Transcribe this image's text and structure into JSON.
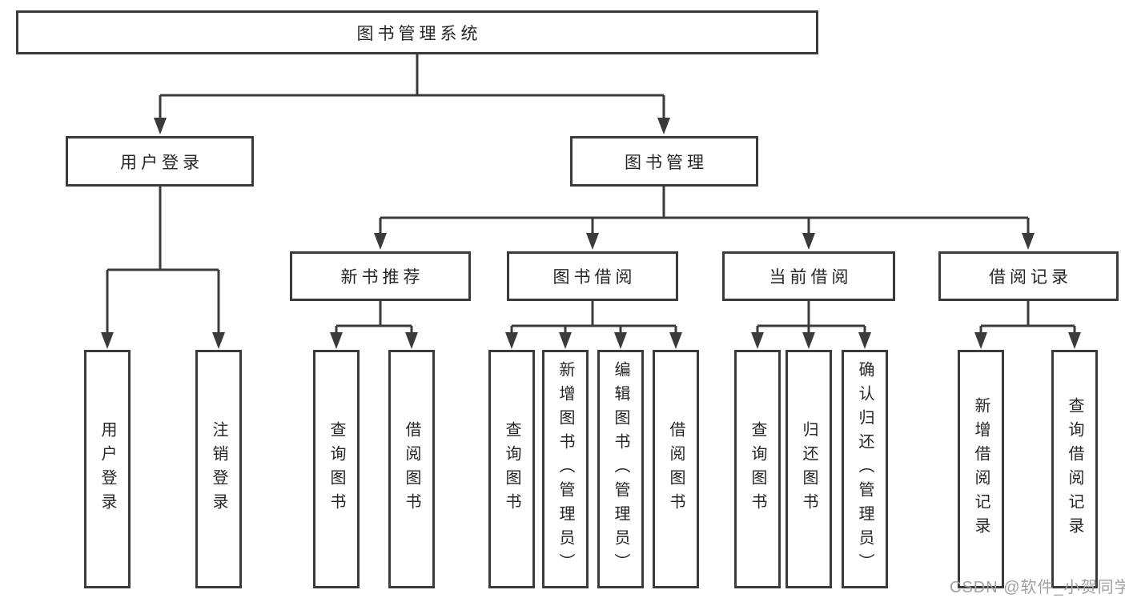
{
  "diagram": {
    "title": "图书管理系统",
    "root": {
      "label": "图书管理系统"
    },
    "user_login": {
      "label": "用户登录",
      "leaves": [
        {
          "label": "用户登录"
        },
        {
          "label": "注销登录"
        }
      ]
    },
    "book_mgmt": {
      "label": "图书管理",
      "sections": [
        {
          "label": "新书推荐",
          "leaves": [
            {
              "label": "查询图书"
            },
            {
              "label": "借阅图书"
            }
          ]
        },
        {
          "label": "图书借阅",
          "leaves": [
            {
              "label": "查询图书"
            },
            {
              "label": "新增图书（管理员）"
            },
            {
              "label": "编辑图书（管理员）"
            },
            {
              "label": "借阅图书"
            }
          ]
        },
        {
          "label": "当前借阅",
          "leaves": [
            {
              "label": "查询图书"
            },
            {
              "label": "归还图书"
            },
            {
              "label": "确认归还（管理员）"
            }
          ]
        },
        {
          "label": "借阅记录",
          "leaves": [
            {
              "label": "新增借阅记录"
            },
            {
              "label": "查询借阅记录"
            }
          ]
        }
      ]
    }
  },
  "watermark": {
    "text": "CSDN @软件_小贺同学"
  },
  "colors": {
    "line": "#3b3b3b",
    "text": "#262626",
    "background": "#ffffff",
    "watermark": "#a2a2a2"
  }
}
